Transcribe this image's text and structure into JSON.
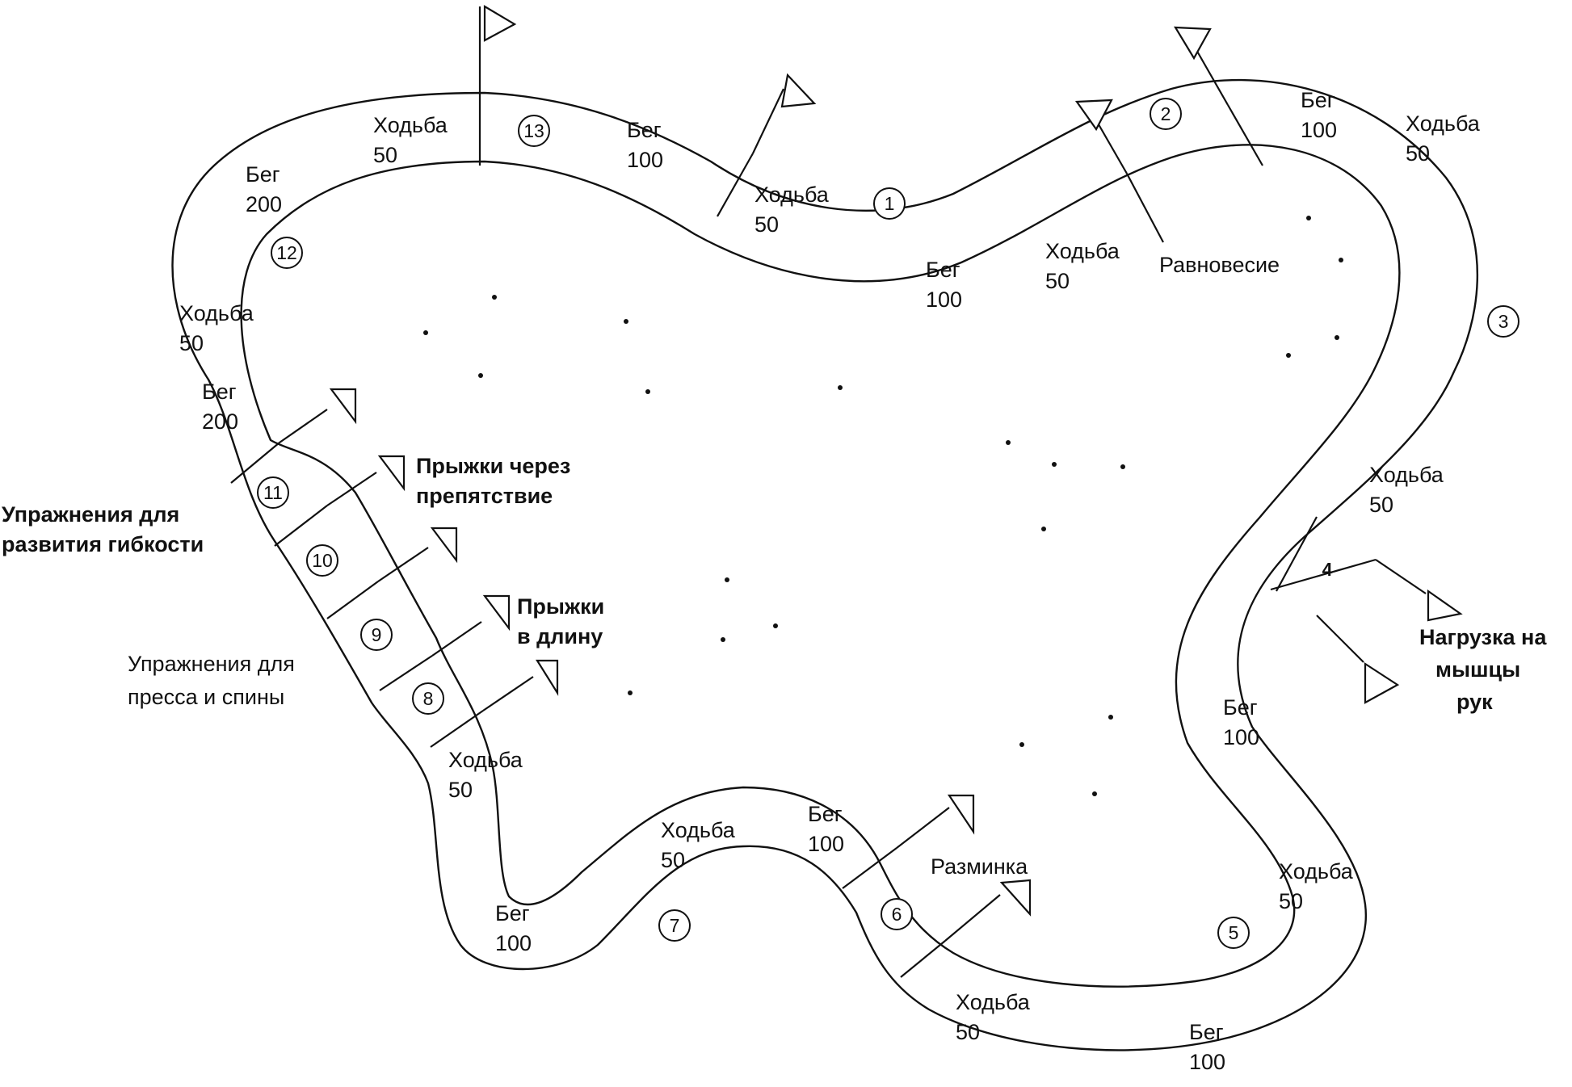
{
  "stations": [
    {
      "id": "s1",
      "text": "1"
    },
    {
      "id": "s2",
      "text": "2"
    },
    {
      "id": "s3",
      "text": "3"
    },
    {
      "id": "s4",
      "text": "4"
    },
    {
      "id": "s5",
      "text": "5"
    },
    {
      "id": "s6",
      "text": "6"
    },
    {
      "id": "s7",
      "text": "7"
    },
    {
      "id": "s8",
      "text": "8"
    },
    {
      "id": "s9",
      "text": "9"
    },
    {
      "id": "s10",
      "text": "10"
    },
    {
      "id": "s11",
      "text": "11"
    },
    {
      "id": "s12",
      "text": "12"
    },
    {
      "id": "s13",
      "text": "13"
    }
  ],
  "segments": [
    {
      "id": "walk-13",
      "word": "Ходьба",
      "dist": "50"
    },
    {
      "id": "run-13",
      "word": "Бег",
      "dist": "100"
    },
    {
      "id": "run-12",
      "word": "Бег",
      "dist": "200"
    },
    {
      "id": "walk-1",
      "word": "Ходьба",
      "dist": "50"
    },
    {
      "id": "run-1",
      "word": "Бег",
      "dist": "100"
    },
    {
      "id": "walk-1b",
      "word": "Ходьба",
      "dist": "50"
    },
    {
      "id": "run-2",
      "word": "Бег",
      "dist": "100"
    },
    {
      "id": "walk-2",
      "word": "Ходьба",
      "dist": "50"
    },
    {
      "id": "walk-12",
      "word": "Ходьба",
      "dist": "50"
    },
    {
      "id": "run-11",
      "word": "Бег",
      "dist": "200"
    },
    {
      "id": "walk-3",
      "word": "Ходьба",
      "dist": "50"
    },
    {
      "id": "run-4",
      "word": "Бег",
      "dist": "100"
    },
    {
      "id": "walk-8",
      "word": "Ходьба",
      "dist": "50"
    },
    {
      "id": "walk-7",
      "word": "Ходьба",
      "dist": "50"
    },
    {
      "id": "run-6",
      "word": "Бег",
      "dist": "100"
    },
    {
      "id": "walk-5",
      "word": "Ходьба",
      "dist": "50"
    },
    {
      "id": "run-7",
      "word": "Бег",
      "dist": "100"
    },
    {
      "id": "walk-6",
      "word": "Ходьба",
      "dist": "50"
    },
    {
      "id": "run-5",
      "word": "Бег",
      "dist": "100"
    }
  ],
  "exercises": {
    "balance": "Равновесие",
    "jumps_obstacle_1": "Прыжки через",
    "jumps_obstacle_2": "препятствие",
    "flexibility_1": "Упражнения для",
    "flexibility_2": "развития гибкости",
    "long_jump_1": "Прыжки",
    "long_jump_2": "в длину",
    "abs_back_1": "Упражнения для",
    "abs_back_2": "пресса и спины",
    "arms_1": "Нагрузка на",
    "arms_2": "мышцы",
    "arms_3": "рук",
    "warmup": "Разминка"
  },
  "colors": {
    "ink": "#111111",
    "paper": "#ffffff"
  },
  "icons": [
    "flag-icon",
    "tree-icon"
  ]
}
